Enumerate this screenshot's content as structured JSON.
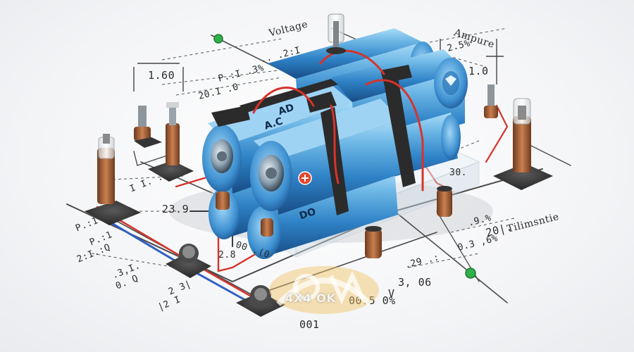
{
  "labels": {
    "voltage": "Voltage",
    "ampere": "Ampure",
    "filament": "Tilimsntie",
    "l_160": "1.60",
    "l_zs": "2.5%",
    "l_10": "1.0",
    "l_sk": ".. .2:I",
    "l_pt": "P.:I .3%",
    "l_20": "20.I .0",
    "l_ac_1": "A.C",
    "l_ac_2": "AD",
    "l_30": "30.",
    "l_ii1": "I I. .",
    "l_239": "23.9",
    "l_p_1": "P.:1",
    "l_zt": "2:I.:Q",
    "l_s3": ".3,I.",
    "l_2v": "2 3|",
    "l_ls": "|2 I",
    "l_oq": "0. Q",
    "l_9s": "0.3 ,6%",
    "l_2x": ".9.%",
    "l_201": "20|.",
    "l_30p": "3, 06",
    "l_pct": "00.5 0%",
    "l_v": "V",
    "l_001": "001",
    "l_dq": ".29 .:",
    "l_oo": "00 .(0",
    "l_z8": "2.8",
    "l_dd": "DO",
    "l_pn": "P.:1"
  },
  "watermark": {
    "text": "4X4 OK"
  },
  "colors": {
    "can_light": "#7fc3ec",
    "can_mid": "#3d8fd0",
    "can_dark": "#1c5b98",
    "wire_red": "#d7332b",
    "wire_blue": "#2f5fc4",
    "wire_dark": "#3a3a3a",
    "strap": "#2d2d2d",
    "coil": "#a55a33",
    "terminal": "#3c3c3c",
    "bead": "#2fb04a"
  }
}
